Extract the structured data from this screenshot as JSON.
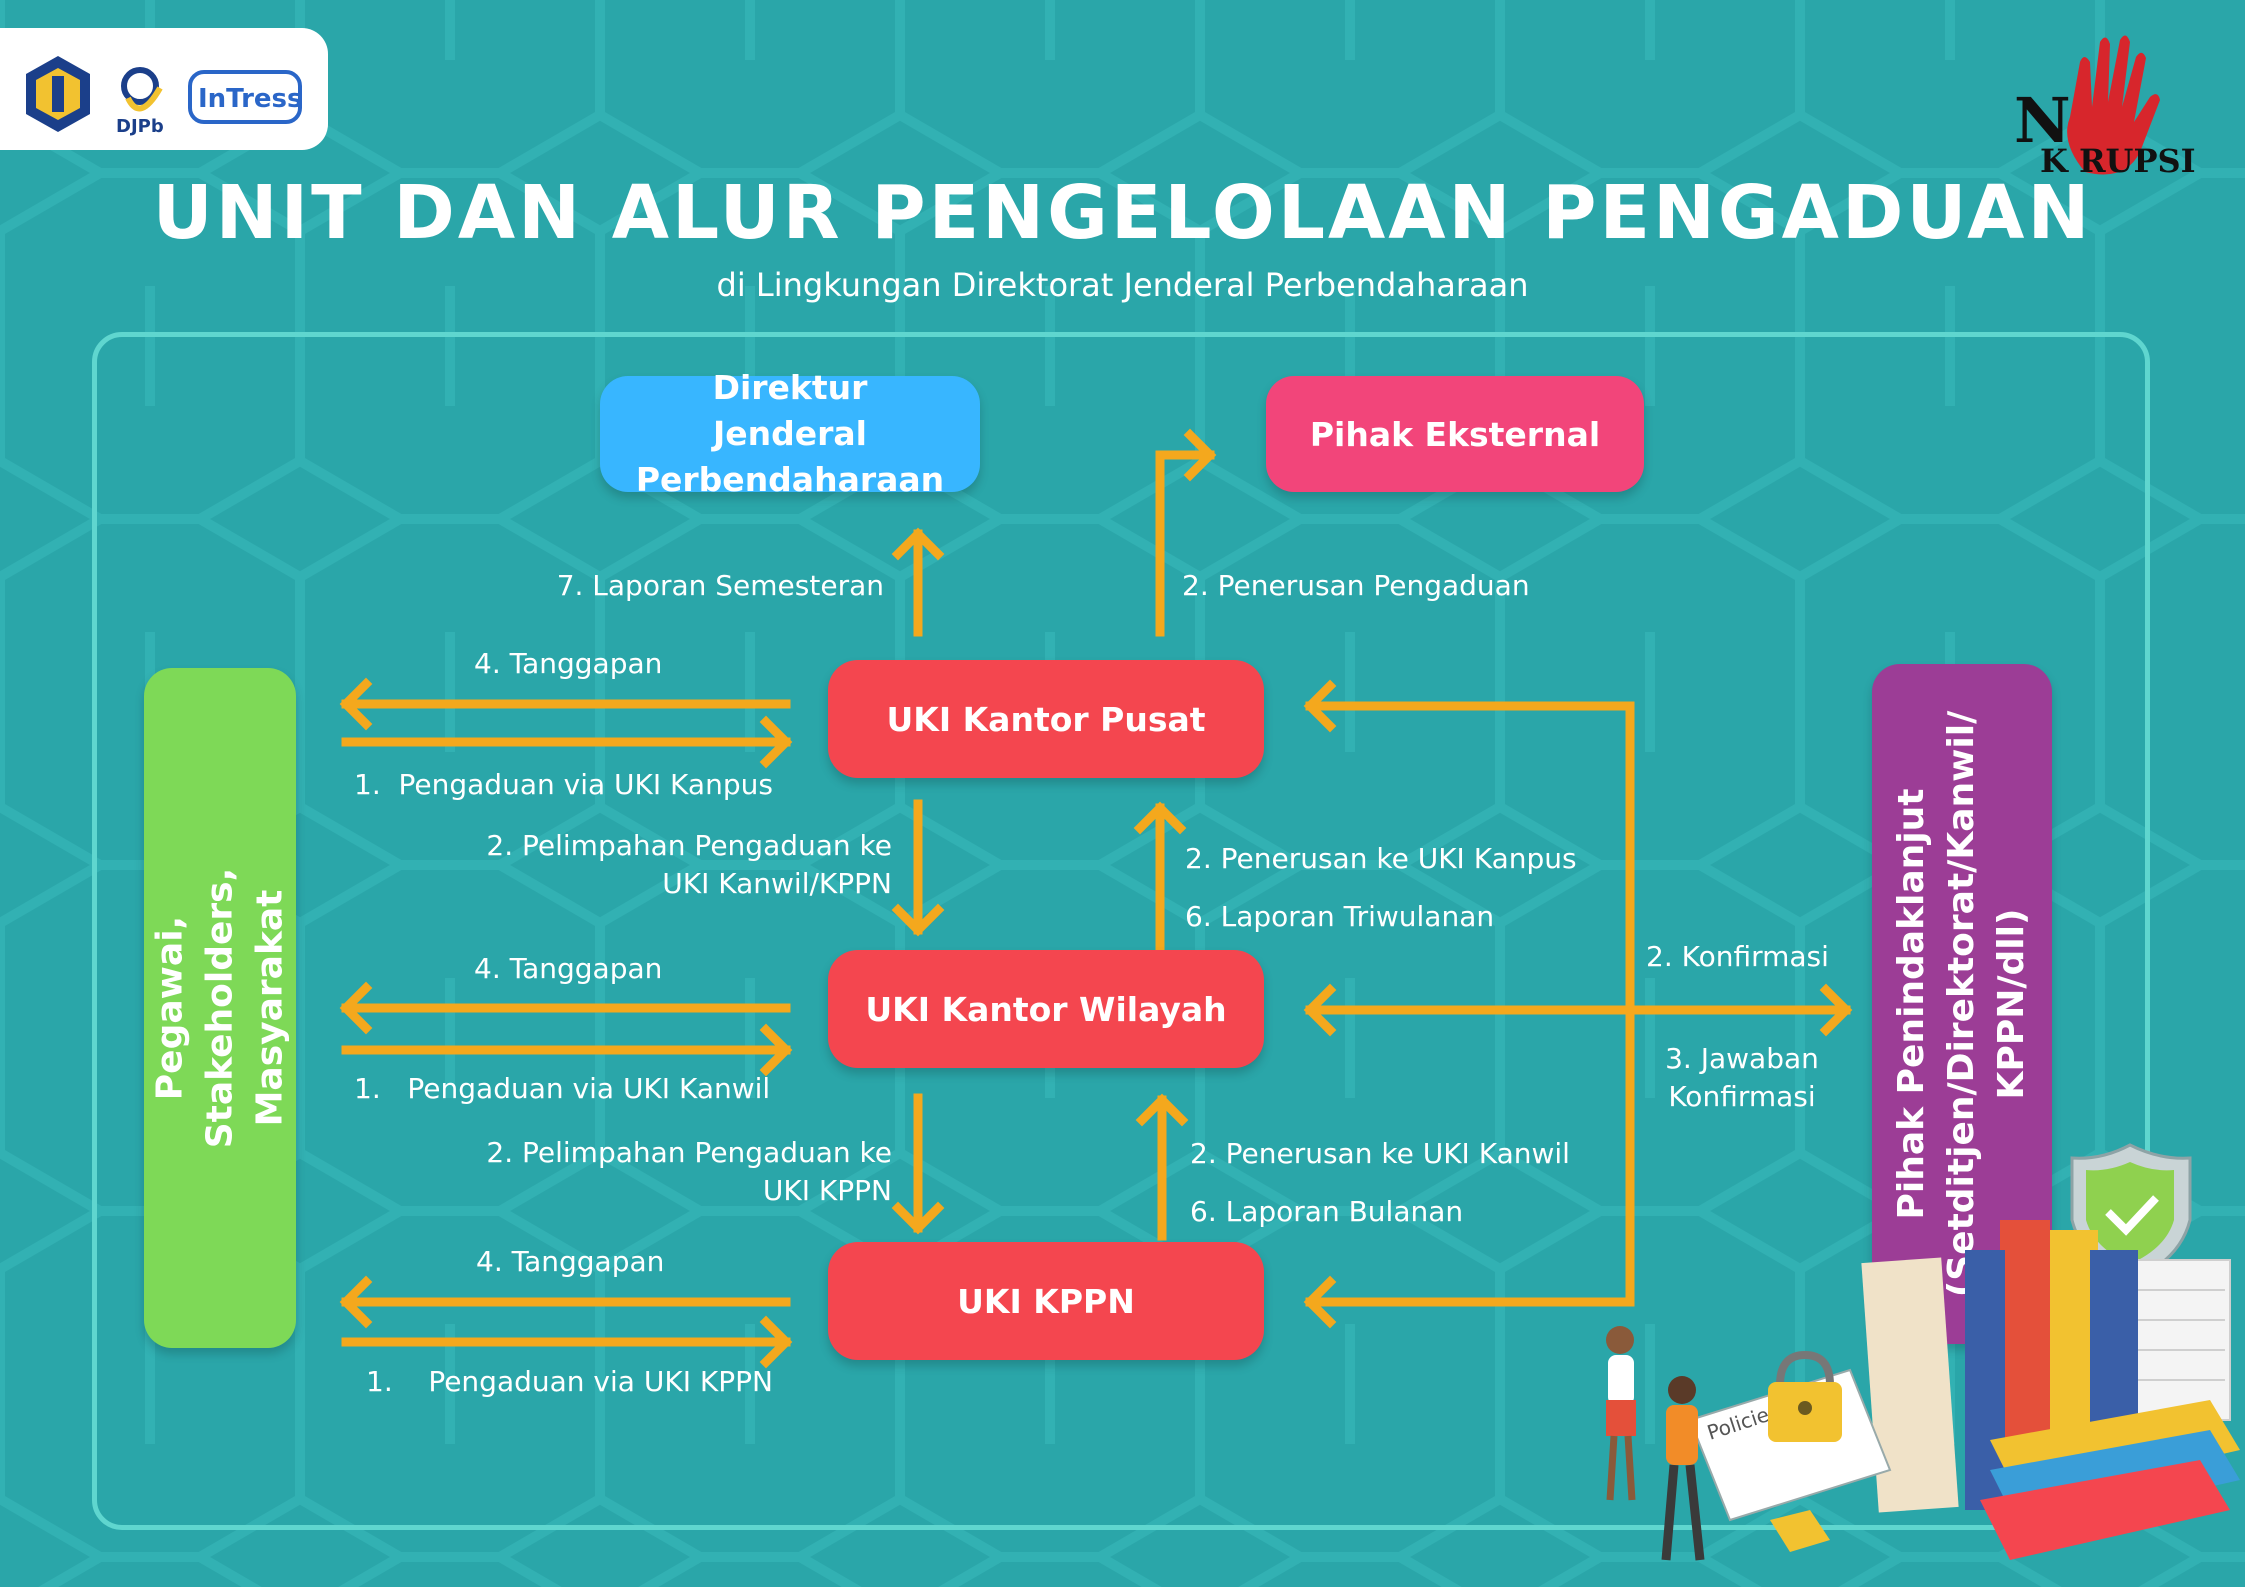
{
  "logos": {
    "left": [
      "DJPb",
      "InTress"
    ],
    "right": [
      "NO KORUPSI"
    ]
  },
  "header": {
    "title": "UNIT DAN ALUR PENGELOLAAN PENGADUAN",
    "subtitle": "di Lingkungan Direktorat Jenderal Perbendaharaan"
  },
  "nodes": {
    "dirjen": "Direktur Jenderal Perbendaharaan",
    "eksternal": "Pihak Eksternal",
    "uki_pusat": "UKI Kantor Pusat",
    "uki_wilayah": "UKI Kantor Wilayah",
    "uki_kppn": "UKI KPPN",
    "pelapor": "Pegawai, Stakeholders, Masyarakat",
    "tindaklanjut": "Pihak Penindaklanjut (Setditjen/Direktorat/Kanwil/ KPPN/dll)"
  },
  "labels": {
    "laporan_semesteran": "7. Laporan Semesteran",
    "penerusan_pengaduan": "2. Penerusan Pengaduan",
    "tanggapan_pusat": "4. Tanggapan",
    "pengaduan_pusat": "1.  Pengaduan via UKI Kanpus",
    "pelimpahan_kanwil": "2. Pelimpahan Pengaduan ke UKI Kanwil/KPPN",
    "penerusan_kanpus": "2. Penerusan ke UKI Kanpus",
    "laporan_triwulanan": "6. Laporan Triwulanan",
    "tanggapan_wilayah": "4. Tanggapan",
    "pengaduan_wilayah": "1.   Pengaduan via UKI Kanwil",
    "konfirmasi": "2. Konfirmasi",
    "jawaban_konfirmasi": "3. Jawaban Konfirmasi",
    "pelimpahan_kppn": "2. Pelimpahan Pengaduan ke UKI KPPN",
    "penerusan_kanwil": "2. Penerusan ke UKI Kanwil",
    "laporan_bulanan": "6. Laporan Bulanan",
    "tanggapan_kppn": "4. Tanggapan",
    "pengaduan_kppn": "1.    Pengaduan via UKI KPPN"
  },
  "illustration": {
    "sign": "Policies"
  },
  "colors": {
    "background": "#2aa6a9",
    "arrow": "#f4a81d",
    "uki": "#f4464f",
    "dirjen": "#38b6ff",
    "eksternal": "#f2457a",
    "pelapor": "#7ed957",
    "tindaklanjut": "#9c3d96"
  }
}
